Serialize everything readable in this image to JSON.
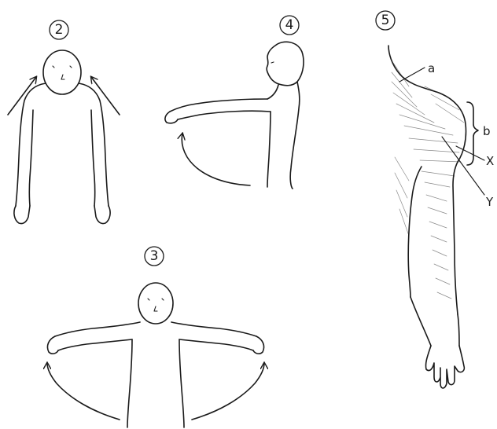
{
  "panels": [
    {
      "id": "panel-2",
      "number": "2"
    },
    {
      "id": "panel-4",
      "number": "4"
    },
    {
      "id": "panel-3",
      "number": "3"
    },
    {
      "id": "panel-5",
      "number": "5"
    }
  ],
  "labels": {
    "a": "a",
    "b": "b",
    "x": "X",
    "y": "Y"
  },
  "colors": {
    "line": "#1a1a1a",
    "shading": "#8a8a8a",
    "background": "#ffffff"
  }
}
